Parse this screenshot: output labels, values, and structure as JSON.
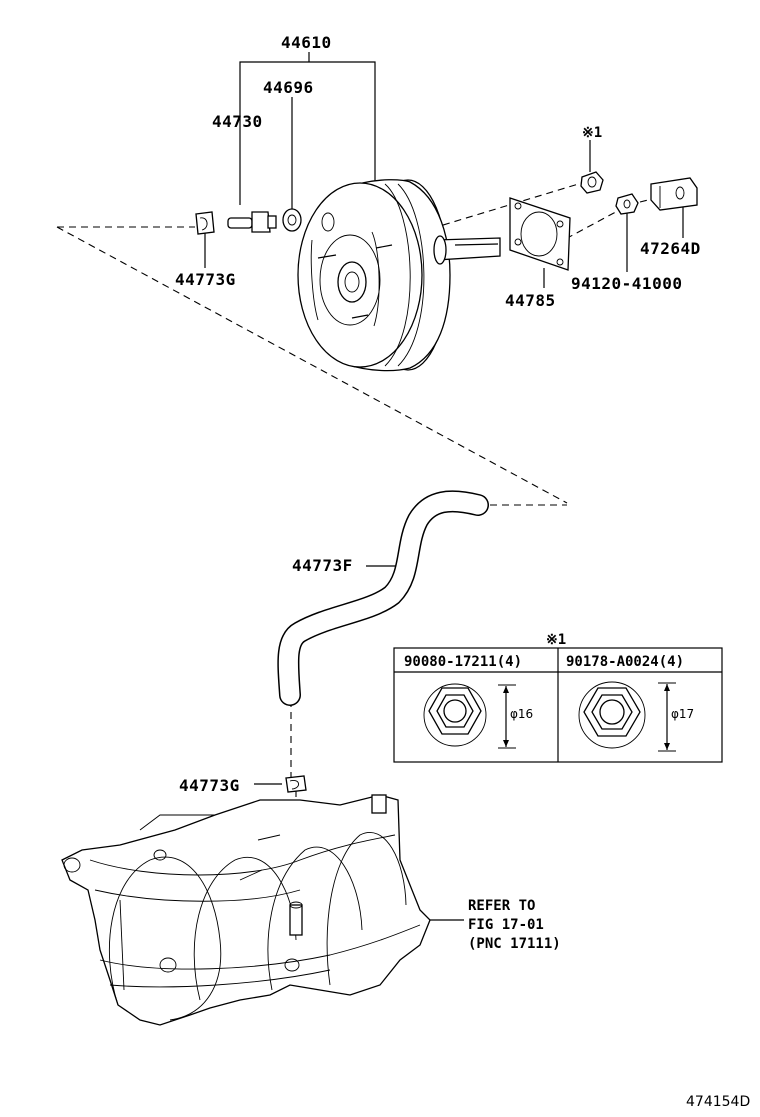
{
  "parts": {
    "booster_assy": "44610",
    "check_valve": "44696",
    "union": "44730",
    "clip_upper": "44773G",
    "gasket": "44785",
    "nut_marker": "※1",
    "nut_94120": "94120-41000",
    "clevis": "47264D",
    "hose": "44773F",
    "clip_lower": "44773G"
  },
  "nut_table": {
    "marker": "※1",
    "columns": [
      {
        "header": "90080-17211(4)",
        "dimension": "φ16"
      },
      {
        "header": "90178-A0024(4)",
        "dimension": "φ17"
      }
    ]
  },
  "reference": {
    "line1": "REFER TO",
    "line2": "FIG 17-01",
    "line3": "(PNC 17111)"
  },
  "figure_id": "474154D"
}
